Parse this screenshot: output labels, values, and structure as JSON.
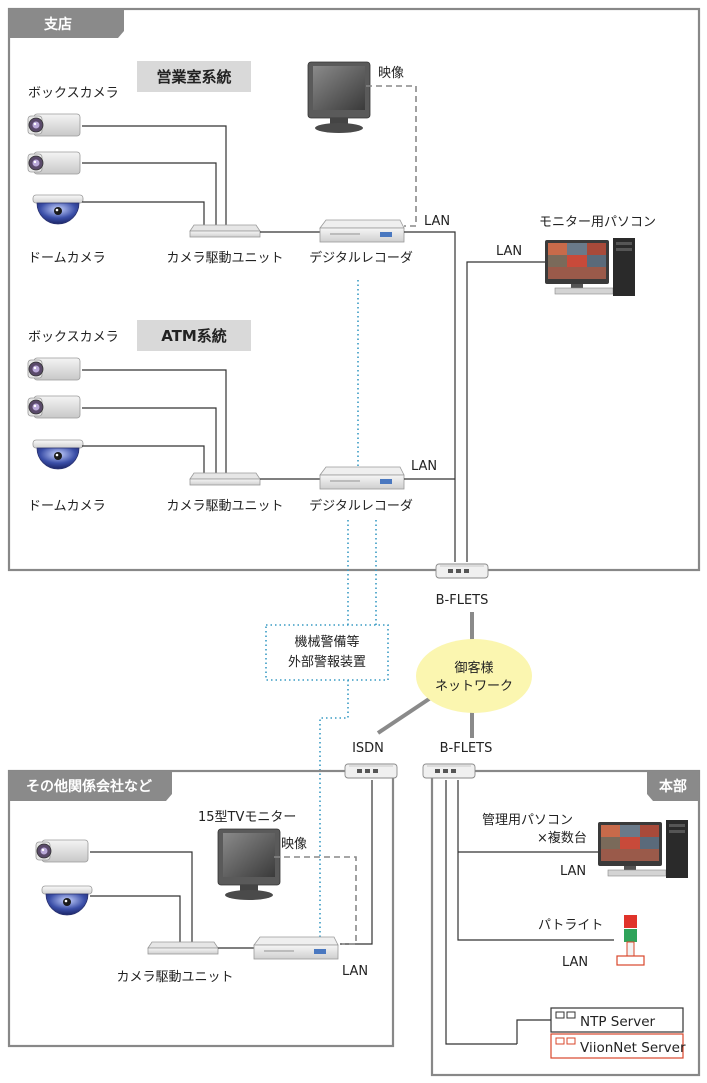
{
  "branch": {
    "tag": "支店"
  },
  "sales_system": {
    "title": "営業室系統",
    "box_camera": "ボックスカメラ",
    "dome_camera": "ドームカメラ",
    "drive_unit": "カメラ駆動ユニット",
    "recorder": "デジタルレコーダ",
    "video": "映像",
    "lan": "LAN"
  },
  "atm_system": {
    "title": "ATM系統",
    "box_camera": "ボックスカメラ",
    "dome_camera": "ドームカメラ",
    "drive_unit": "カメラ駆動ユニット",
    "recorder": "デジタルレコーダ",
    "lan": "LAN"
  },
  "monitor_pc": {
    "label": "モニター用パソコン",
    "lan": "LAN"
  },
  "bflets_branch": "B-FLETS",
  "security": {
    "line1": "機械警備等",
    "line2": "外部警報装置"
  },
  "customer_network": {
    "line1": "御客様",
    "line2": "ネットワーク"
  },
  "isdn": "ISDN",
  "bflets_hq": "B-FLETS",
  "other": {
    "tag": "その他関係会社など",
    "monitor": "15型TVモニター",
    "video": "映像",
    "drive_unit": "カメラ駆動ユニット",
    "lan": "LAN"
  },
  "hq": {
    "tag": "本部",
    "admin_pc_line1": "管理用パソコン",
    "admin_pc_line2": "×複数台",
    "admin_lan": "LAN",
    "patlite": "パトライト",
    "patlite_lan": "LAN",
    "ntp": "NTP Server",
    "viionnet": "ViionNet Server"
  },
  "colors": {
    "frame": "#888888",
    "tag_bg": "#8a8a8a",
    "title_bg": "#d9d9d9",
    "ellipse": "#fbf6b0",
    "security_dot": "#3a9bc4",
    "server_red": "#d9472b"
  },
  "icons": [
    "box-camera-icon",
    "dome-camera-icon",
    "drive-unit-icon",
    "recorder-icon",
    "crt-monitor-icon",
    "desktop-pc-icon",
    "network-switch-icon",
    "patlite-icon",
    "server-icon"
  ]
}
